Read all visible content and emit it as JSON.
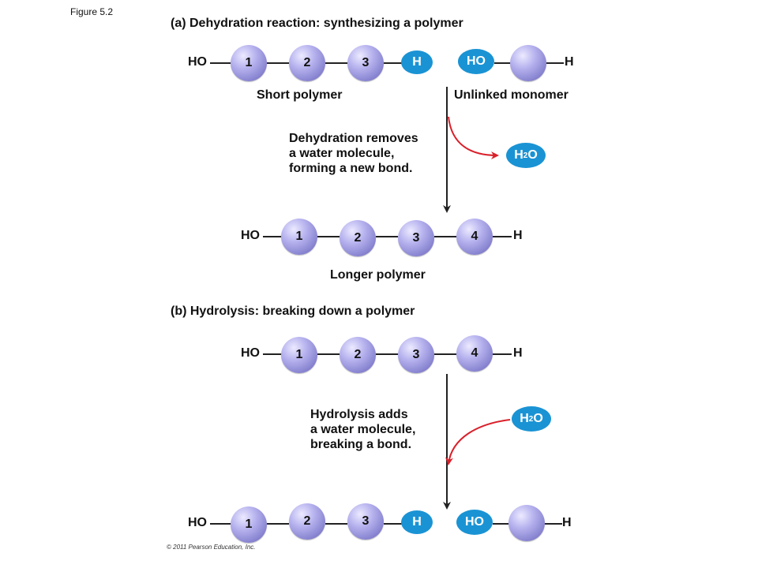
{
  "figure_label": "Figure 5.2",
  "section_a": {
    "title": "(a) Dehydration reaction: synthesizing a polymer",
    "short_polymer": {
      "left_end": "HO",
      "monomers": [
        "1",
        "2",
        "3"
      ],
      "right_end": "H",
      "label": "Short polymer"
    },
    "unlinked_monomer": {
      "left_end": "HO",
      "right_end": "H",
      "label": "Unlinked monomer"
    },
    "note": [
      "Dehydration removes",
      "a water molecule,",
      "forming a new bond."
    ],
    "water": {
      "main": "H",
      "sub": "2",
      "tail": "O"
    },
    "longer_polymer": {
      "left_end": "HO",
      "monomers": [
        "1",
        "2",
        "3",
        "4"
      ],
      "right_end": "H",
      "label": "Longer polymer"
    }
  },
  "section_b": {
    "title": "(b) Hydrolysis: breaking down a polymer",
    "polymer": {
      "left_end": "HO",
      "monomers": [
        "1",
        "2",
        "3",
        "4"
      ],
      "right_end": "H"
    },
    "note": [
      "Hydrolysis adds",
      "a water molecule,",
      "breaking a bond."
    ],
    "water": {
      "main": "H",
      "sub": "2",
      "tail": "O"
    },
    "result_polymer": {
      "left_end": "HO",
      "monomers": [
        "1",
        "2",
        "3"
      ],
      "right_end": "H"
    },
    "result_monomer": {
      "left_end": "HO",
      "right_end": "H"
    }
  },
  "copyright": "© 2011 Pearson Education, Inc.",
  "colors": {
    "monomer": "#8a86d4",
    "blue_group": "#1a93d4",
    "red_arrow": "#d9202a",
    "black_arrow": "#222222"
  }
}
